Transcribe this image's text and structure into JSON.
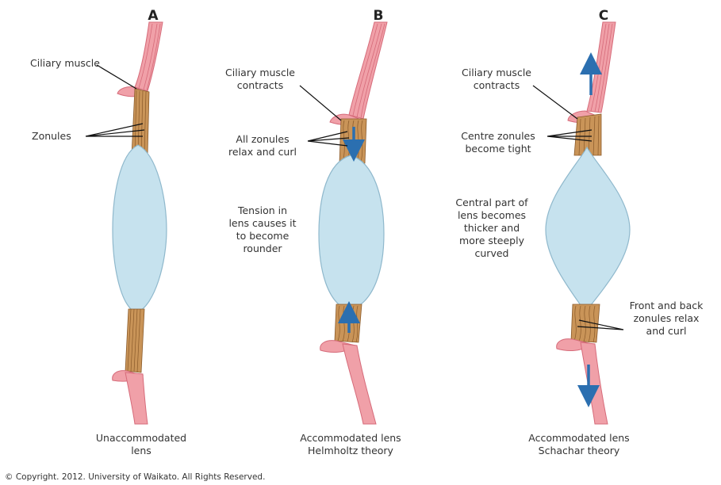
{
  "panels": {
    "a": {
      "letter": "A",
      "labels": {
        "ciliary": "Ciliary muscle",
        "zonules": "Zonules"
      },
      "caption": [
        "Unaccommodated",
        "lens"
      ]
    },
    "b": {
      "letter": "B",
      "labels": {
        "ciliary": [
          "Ciliary muscle",
          "contracts"
        ],
        "zonules": [
          "All zonules",
          "relax and curl"
        ],
        "tension": [
          "Tension in",
          "lens causes it",
          "to become",
          "rounder"
        ]
      },
      "caption": [
        "Accommodated lens",
        "Helmholtz theory"
      ]
    },
    "c": {
      "letter": "C",
      "labels": {
        "ciliary": [
          "Ciliary muscle",
          "contracts"
        ],
        "centre_zonules": [
          "Centre zonules",
          "become tight"
        ],
        "central_part": [
          "Central part of",
          "lens becomes",
          "thicker and",
          "more steeply",
          "curved"
        ],
        "front_back": [
          "Front and back",
          "zonules relax",
          "and curl"
        ]
      },
      "caption": [
        "Accommodated lens",
        "Schachar theory"
      ]
    }
  },
  "copyright": "© Copyright. 2012. University of Waikato. All Rights Reserved.",
  "colors": {
    "lens_fill": "#c6e2ee",
    "lens_stroke": "#8fb8cc",
    "zonule_fill": "#c99458",
    "zonule_line": "#8a5a2a",
    "muscle": "#f0a0a8",
    "muscle_dark": "#d66b7a",
    "arrow": "#2b6fb0"
  }
}
